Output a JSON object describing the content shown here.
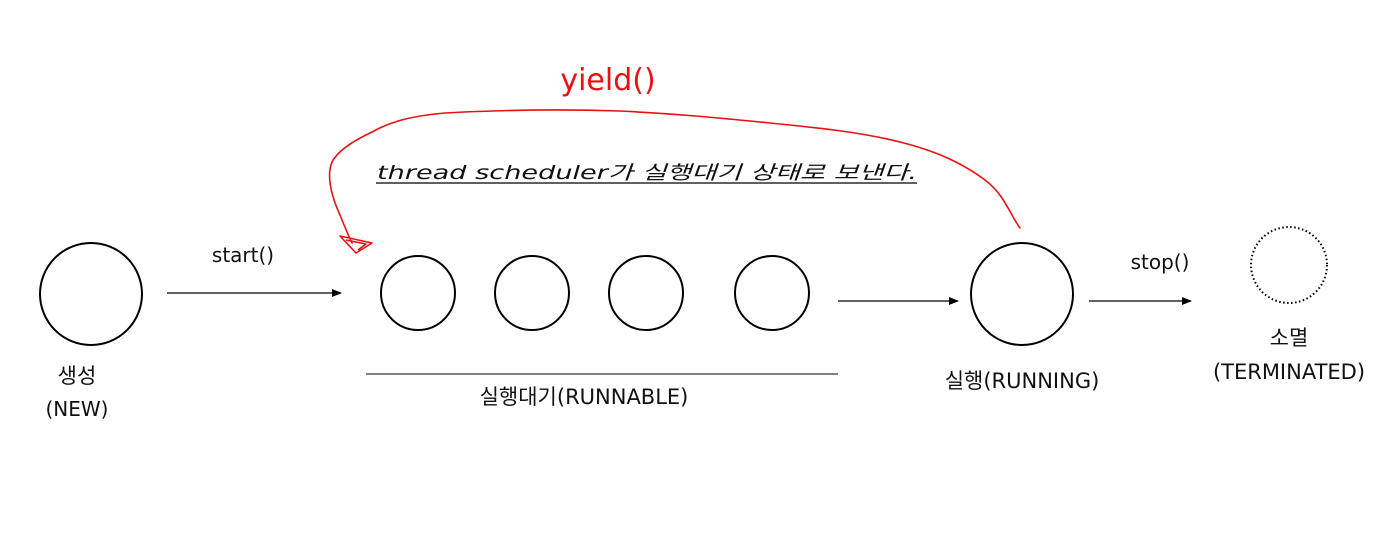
{
  "diagram": {
    "states": {
      "new": {
        "name": "생성",
        "code": "(NEW)"
      },
      "runnable": {
        "label": "실행대기(RUNNABLE)"
      },
      "running": {
        "label": "실행(RUNNING)"
      },
      "terminated": {
        "name": "소멸",
        "code": "(TERMINATED)"
      }
    },
    "transitions": {
      "start": "start()",
      "stop": "stop()",
      "yield": "yield()"
    },
    "note": "thread scheduler가 실행대기 상태로 보낸다.",
    "colors": {
      "stroke": "#000000",
      "text": "#111111",
      "yield": "#e81010"
    }
  }
}
